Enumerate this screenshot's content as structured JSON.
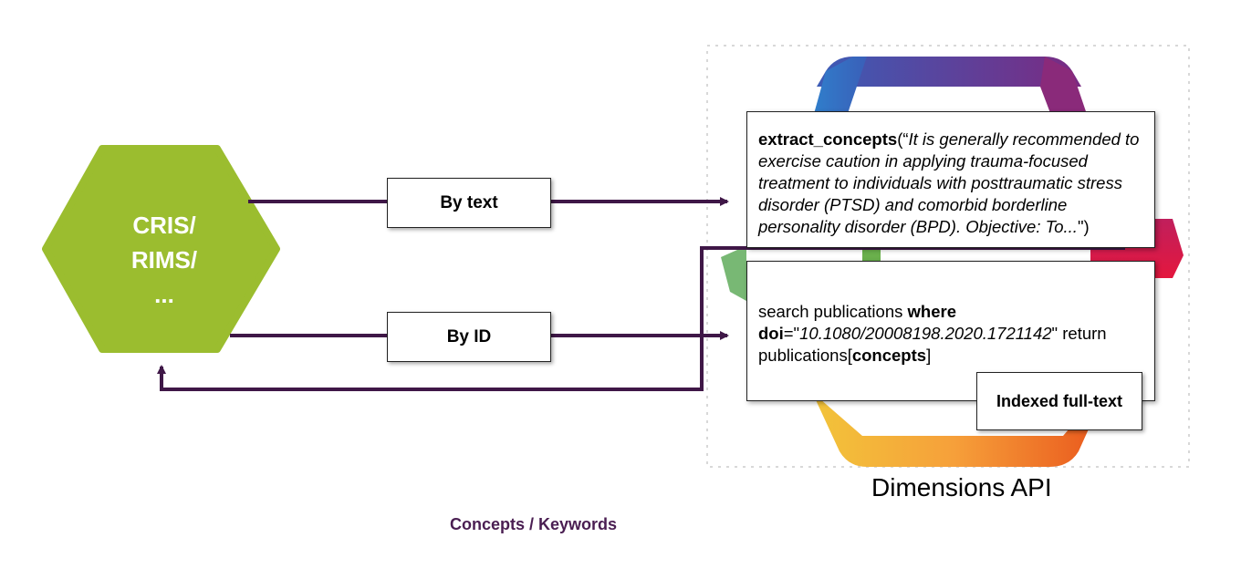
{
  "source_node": {
    "lines": [
      "CRIS/",
      "RIMS/",
      "..."
    ],
    "color": "#9bbd2f"
  },
  "arrows": {
    "text_label": "By text",
    "id_label": "By ID",
    "color": "#3f1747"
  },
  "extract_box": {
    "func": "extract_concepts",
    "open": "(“",
    "text": "It is generally recommended to exercise caution in applying trauma-focused treatment to individuals with posttraumatic stress disorder (PTSD) and comorbid borderline personality disorder (BPD). Objective: To...",
    "close": "\")"
  },
  "search_box": {
    "part1": "search publications ",
    "where": "where",
    "doi_key": "doi",
    "eq": "=\"",
    "doi_value": "10.1080/20008198.2020.1721142",
    "part2": "\" return publications[",
    "concepts": "concepts",
    "part3": "]"
  },
  "fulltext_badge": "Indexed full-text",
  "api_caption": "Dimensions API",
  "footer_label": "Concepts / Keywords"
}
